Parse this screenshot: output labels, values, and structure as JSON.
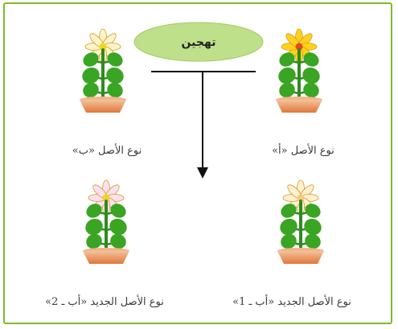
{
  "process_label": "تهجين",
  "parent_a_label": "نوع الأصل «أ»",
  "parent_b_label": "نوع الأصل «ب»",
  "offspring_1_label": "نوع الأصل الجديد «أب ـ 1»",
  "offspring_2_label": "نوع الأصل الجديد «أب ـ 2»",
  "colors": {
    "frame": "#7dbb2c",
    "ellipse": "#bfe08a",
    "stem": "#2e8b1f",
    "leaf": "#3aa523",
    "pot_top": "#f2b58a",
    "pot_bottom": "#e07a3a",
    "parent_a_petal": "#ffd21a",
    "parent_a_center": "#e8452b",
    "parent_b_petal": "#fff4c8",
    "parent_b_center": "#f3d51a",
    "offspring_1_petal": "#fff0d0",
    "offspring_1_center": "#f2c97e",
    "offspring_2_petal": "#fde0f0",
    "offspring_2_center": "#f3d51a"
  }
}
